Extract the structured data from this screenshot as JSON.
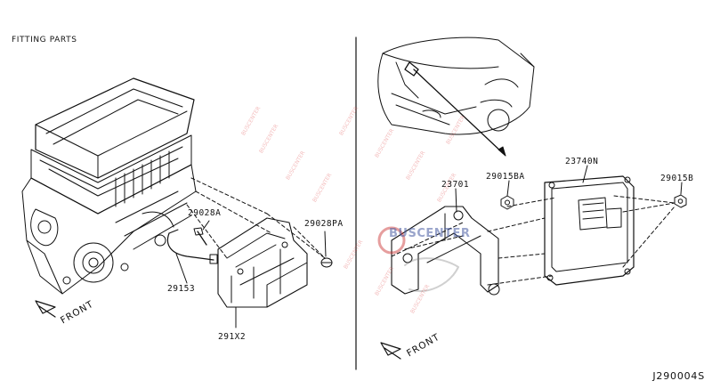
{
  "header": {
    "title": "FITTING PARTS"
  },
  "diagram_code": "J290004S",
  "direction_labels": {
    "left": "FRONT",
    "right": "FRONT"
  },
  "parts": {
    "p29028A": "29028A",
    "p29028PA": "29028PA",
    "p29153": "29153",
    "p291X2": "291X2",
    "p23701": "23701",
    "p29015BA": "29015BA",
    "p23740N": "23740N",
    "p29015B": "29015B"
  },
  "watermark": {
    "logo": "BUSCENTER",
    "tag": "BUSCENTER"
  },
  "colors": {
    "line": "#111111",
    "watermark": "#d23c3c",
    "logo": "#4a5aa0"
  }
}
